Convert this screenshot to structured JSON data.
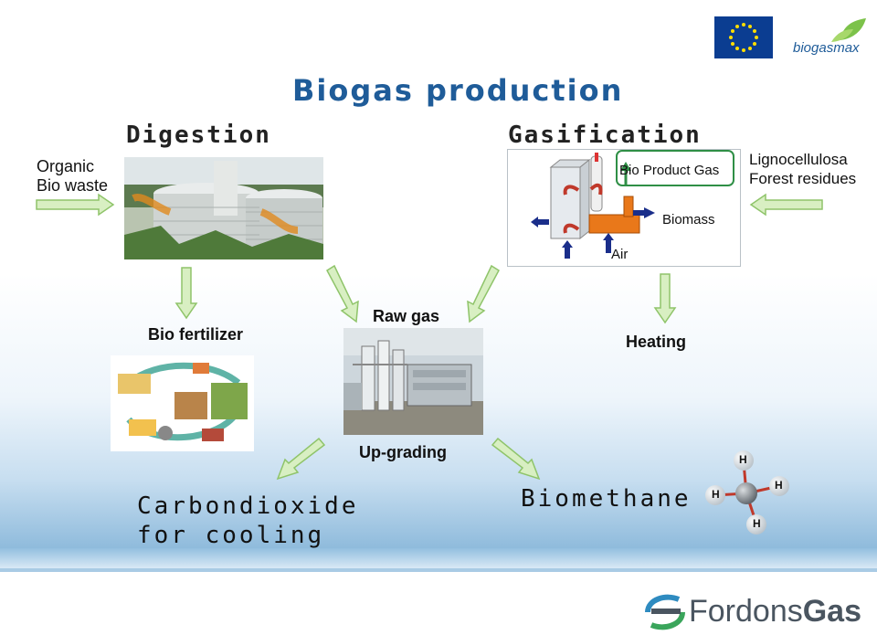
{
  "title": "Biogas production",
  "digestion": {
    "heading": "Digestion",
    "input_label": [
      "Organic",
      "Bio waste"
    ],
    "output_label": "Bio fertilizer"
  },
  "gasification": {
    "heading": "Gasification",
    "product_label": "Bio Product Gas",
    "biomass_label": "Biomass",
    "air_label": "Air",
    "input_label": [
      "Lignocellulosa",
      "Forest residues"
    ]
  },
  "raw_gas_label": "Raw gas",
  "heating_label": "Heating",
  "upgrading_label": "Up-grading",
  "carbondioxide_label": [
    "Carbondioxide",
    "for cooling"
  ],
  "biomethane_label": "Biomethane",
  "molecule": {
    "atoms": [
      "H",
      "H",
      "H",
      "H"
    ]
  },
  "logos": {
    "biogasmax": "biogasmax",
    "fordonsgas": [
      "Fordons",
      "Gas"
    ]
  },
  "colors": {
    "title": "#1f5c99",
    "arrow_fill": "#d8efc2",
    "arrow_stroke": "#8fc46a",
    "band_dark": "#7fb2d6",
    "band_light": "#d6e8f4",
    "eu_blue": "#0b3d91",
    "eu_star": "#ffdd00"
  }
}
